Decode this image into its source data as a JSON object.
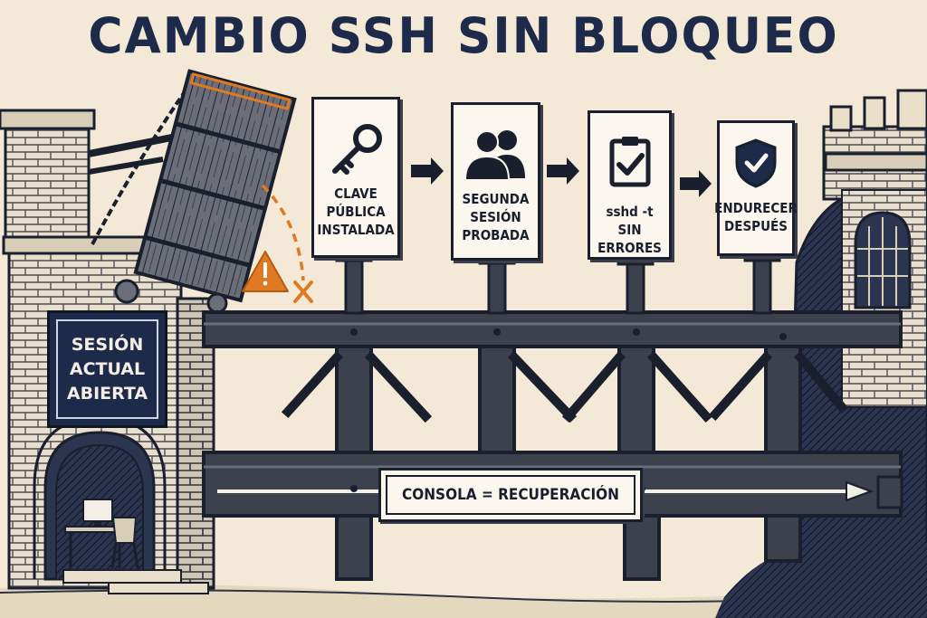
{
  "title": "CAMBIO SSH SIN BLOQUEO",
  "tower_label": "SESIÓN\nACTUAL\nABIERTA",
  "steps": [
    {
      "label": "CLAVE\nPÚBLICA\nINSTALADA",
      "icon": "key-icon"
    },
    {
      "label": "SEGUNDA\nSESIÓN\nPROBADA",
      "icon": "two-users-icon"
    },
    {
      "label": "sshd -t\nSIN ERRORES",
      "icon": "clipboard-check-icon"
    },
    {
      "label": "ENDURECER\nDESPUÉS",
      "icon": "shield-check-icon"
    }
  ],
  "console_label": "CONSOLA = RECUPERACIÓN",
  "colors": {
    "ink": "#1a1f2e",
    "navy": "#1d2a4a",
    "paper": "#f3e9d6",
    "warning": "#e07a22"
  }
}
